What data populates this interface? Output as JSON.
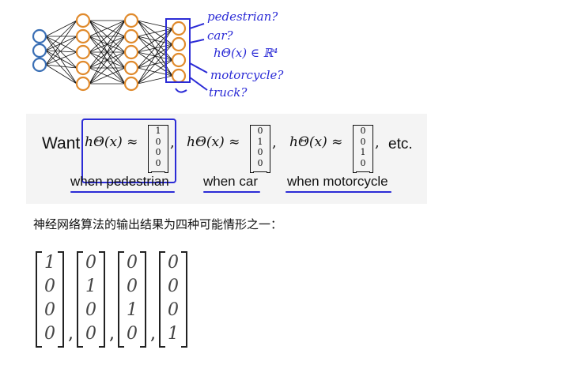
{
  "network": {
    "annotations": {
      "pedestrian": "pedestrian?",
      "car": "car?",
      "h_formula": "hΘ(x) ∈ ℝ⁴",
      "motorcycle": "motorcycle?",
      "truck": "truck?"
    },
    "colors": {
      "input_node": "#3a6fb5",
      "hidden_node": "#e08a2c",
      "output_box": "#2b2bd6",
      "ink": "#2b2bd6"
    }
  },
  "want": {
    "word": "Want",
    "h_label": "hΘ(x) ≈",
    "vectors": [
      [
        "1",
        "0",
        "0",
        "0"
      ],
      [
        "0",
        "1",
        "0",
        "0"
      ],
      [
        "0",
        "0",
        "1",
        "0"
      ]
    ],
    "comma": ",",
    "etc": "etc.",
    "when_labels": [
      "when pedestrian",
      "when car",
      "when motorcycle"
    ]
  },
  "caption": "神经网络算法的输出结果为四种可能情形之一：",
  "outputs": {
    "vectors": [
      [
        "1",
        "0",
        "0",
        "0"
      ],
      [
        "0",
        "1",
        "0",
        "0"
      ],
      [
        "0",
        "0",
        "1",
        "0"
      ],
      [
        "0",
        "0",
        "0",
        "1"
      ]
    ],
    "separator": ","
  }
}
